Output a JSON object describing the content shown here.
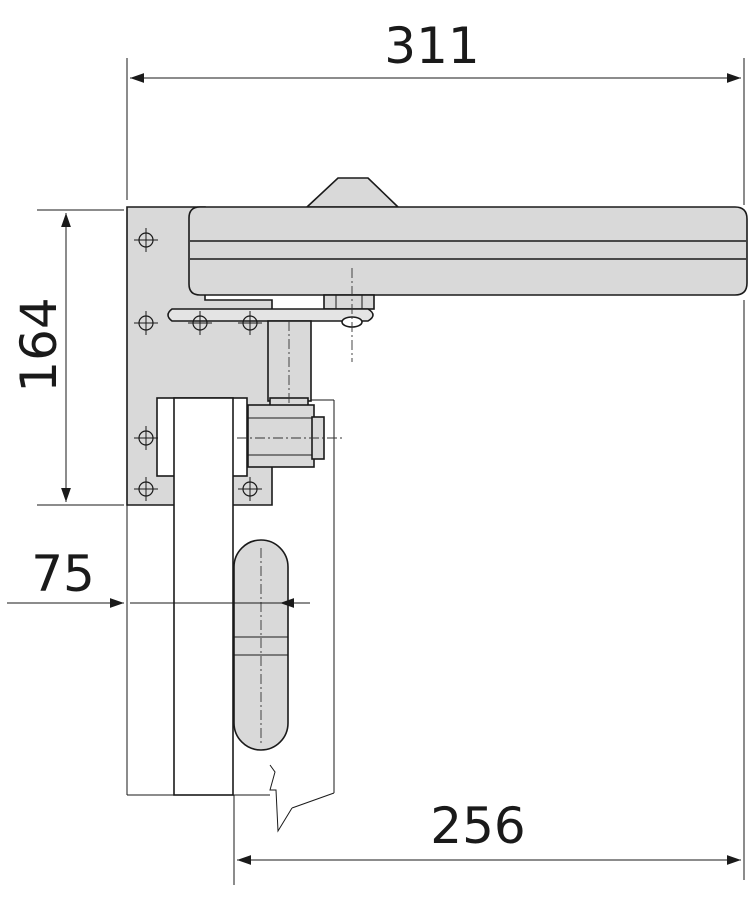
{
  "dimensions": {
    "overall_width": "311",
    "height": "164",
    "depth": "75",
    "arm_reach": "256"
  }
}
